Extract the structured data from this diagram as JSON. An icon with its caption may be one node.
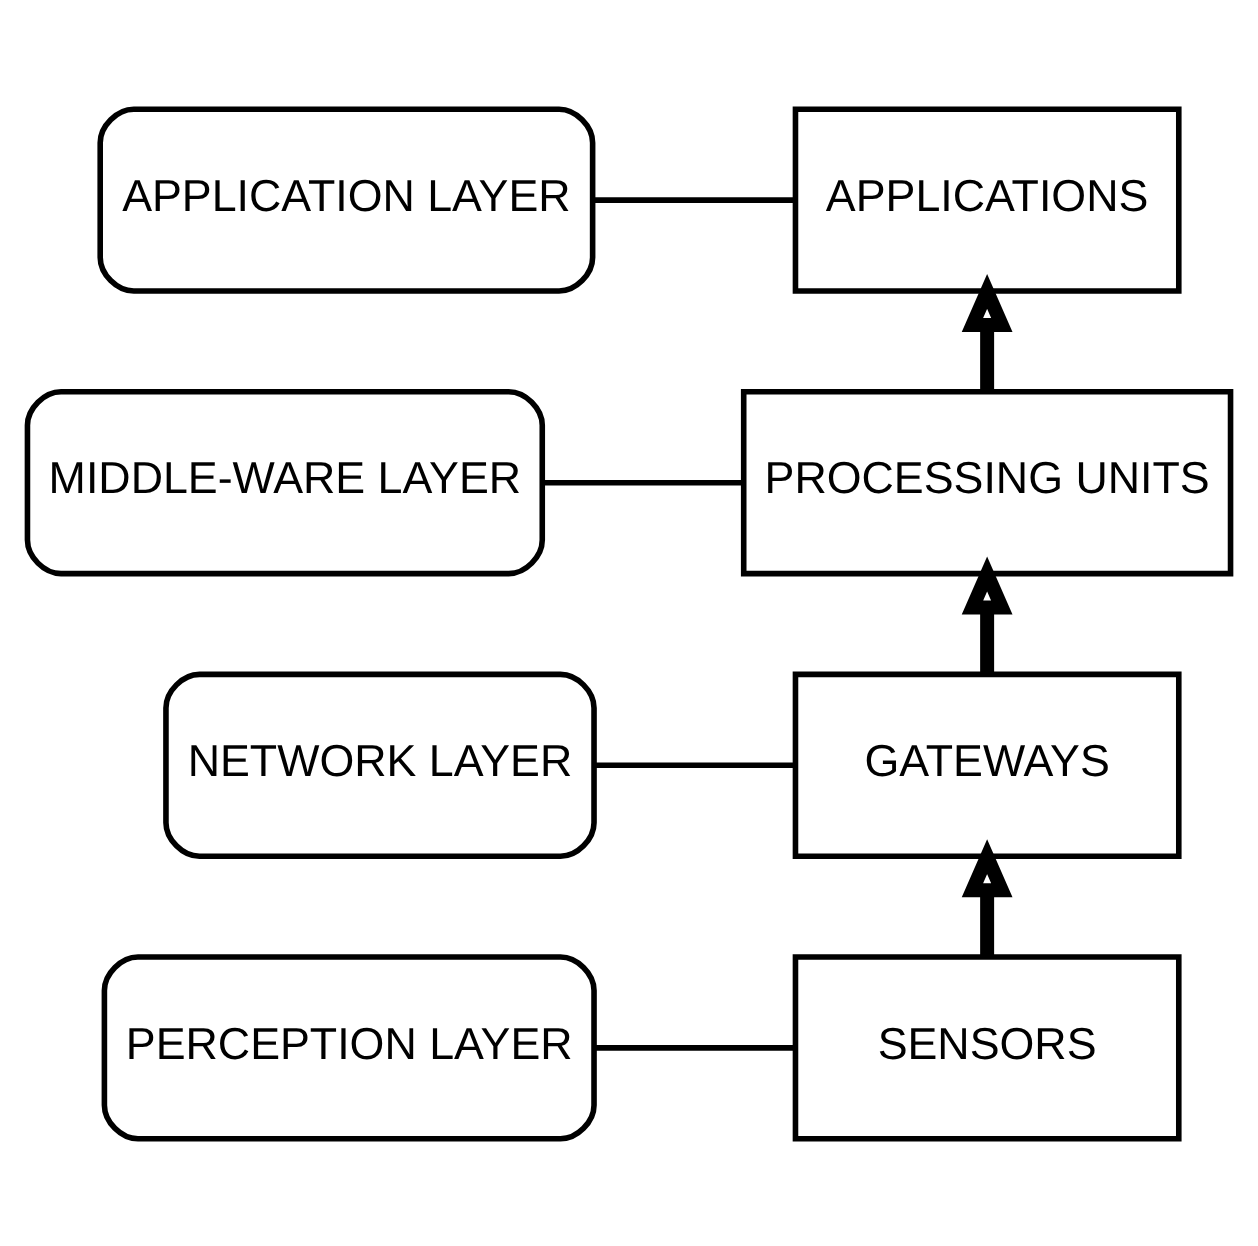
{
  "diagram": {
    "nodes": [
      {
        "text": [
          "APPLICATION LAYER"
        ]
      },
      {
        "text": [
          "APPLICATIONS"
        ]
      },
      {
        "text": [
          "MIDDLE-WARE LAYER"
        ]
      },
      {
        "text": [
          "PROCESSING UNITS"
        ]
      },
      {
        "text": [
          "NETWORK LAYER"
        ]
      },
      {
        "text": [
          "GATEWAYS"
        ]
      },
      {
        "text": [
          "PERCEPTION LAYER"
        ]
      },
      {
        "text": [
          "SENSORS"
        ]
      }
    ],
    "edges": [
      {
        "from": 0,
        "to": 1,
        "arrow": "none"
      },
      {
        "from": 2,
        "to": 3,
        "arrow": "none"
      },
      {
        "from": 4,
        "to": 5,
        "arrow": "none"
      },
      {
        "from": 6,
        "to": 7,
        "arrow": "none"
      },
      {
        "from": 7,
        "to": 5,
        "arrow": "to",
        "style": "thick"
      },
      {
        "from": 5,
        "to": 3,
        "arrow": "to",
        "style": "thick"
      },
      {
        "from": 3,
        "to": 1,
        "arrow": "to",
        "style": "thick"
      }
    ]
  }
}
